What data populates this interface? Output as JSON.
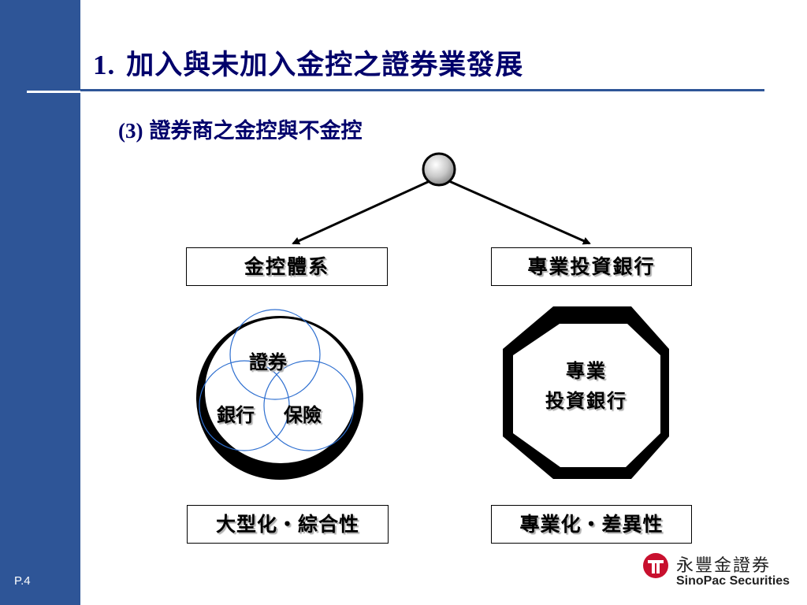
{
  "slide": {
    "title_number": "1.",
    "title_text": "加入與未加入金控之證券業發展",
    "subtitle_number": "(3)",
    "subtitle_text": "證券商之金控與不金控",
    "page_label": "P.4"
  },
  "diagram": {
    "left_branch_label": "金控體系",
    "right_branch_label": "專業投資銀行",
    "left_circles": [
      "證券",
      "銀行",
      "保險"
    ],
    "right_octagon_lines": [
      "專業",
      "投資銀行"
    ],
    "left_conclusion": "大型化・綜合性",
    "right_conclusion": "專業化・差異性"
  },
  "logo": {
    "chinese": "永豐金證券",
    "english": "SinoPac Securities"
  },
  "colors": {
    "sidebar": "#2e5597",
    "title": "#00006b",
    "rule": "#2e5597",
    "venn_stroke": "#2e6fd0",
    "logo_red": "#c8102e"
  }
}
